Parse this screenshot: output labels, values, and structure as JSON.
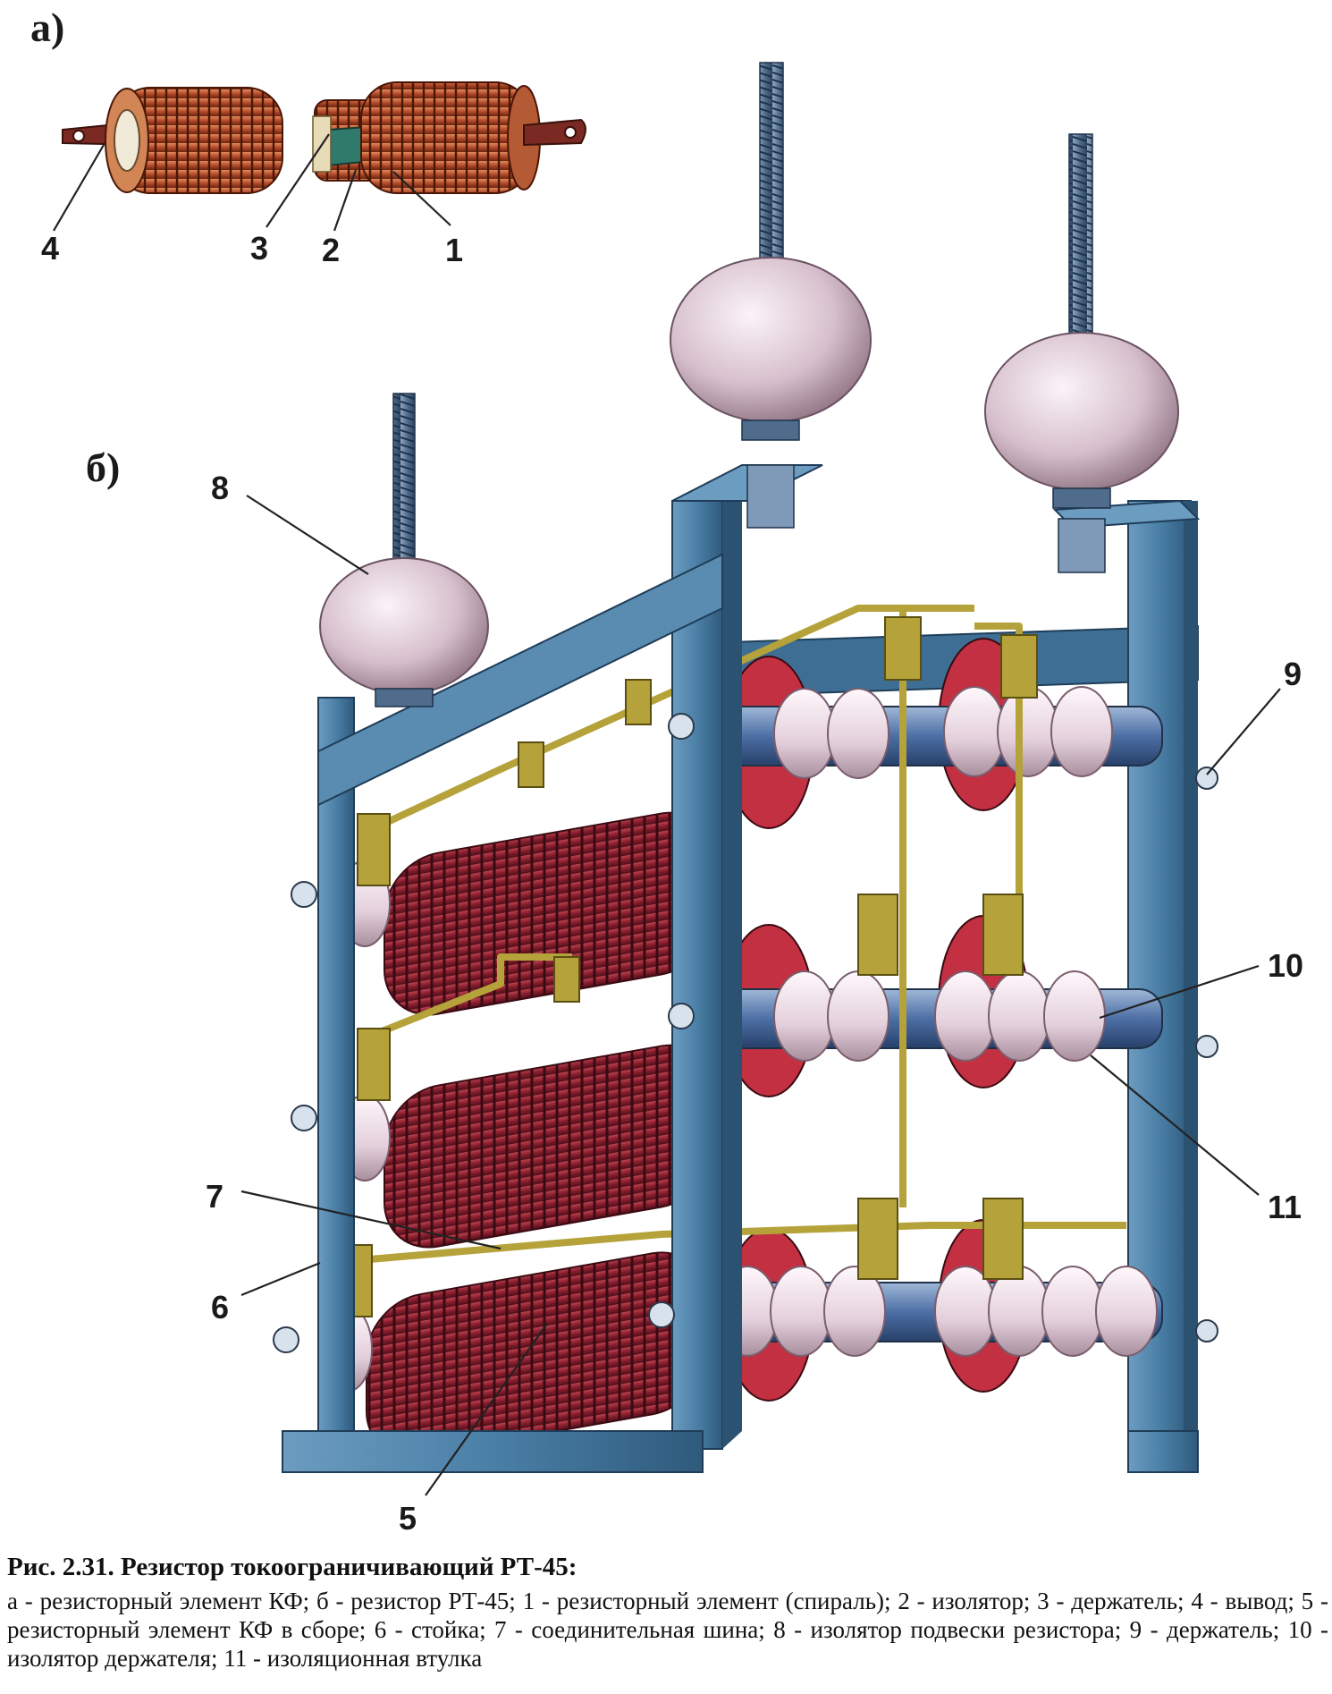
{
  "panels": {
    "a": "а)",
    "b": "б)"
  },
  "callouts": {
    "c1": "1",
    "c2": "2",
    "c3": "3",
    "c4": "4",
    "c5": "5",
    "c6": "6",
    "c7": "7",
    "c8": "8",
    "c9": "9",
    "c10": "10",
    "c11": "11"
  },
  "caption": {
    "title": "Рис. 2.31. Резистор токоограничивающий РТ-45:",
    "body": "а - резисторный элемент КФ; б - резистор РТ-45; 1 - резисторный элемент (спираль); 2 - изолятор; 3 - держатель; 4 - вывод; 5 - резисторный элемент КФ в сборе; 6 - стойка; 7 - соединительная шина; 8 - изолятор подвески резистора; 9 - держатель; 10 - изолятор держателя; 11 - изоляционная втулка"
  },
  "colors": {
    "frame": "#4a7fa6",
    "coil": "#8a1e2e",
    "insulator": "#efe2ea",
    "bracket": "#b5a23a",
    "ink": "#1a1a1a"
  }
}
